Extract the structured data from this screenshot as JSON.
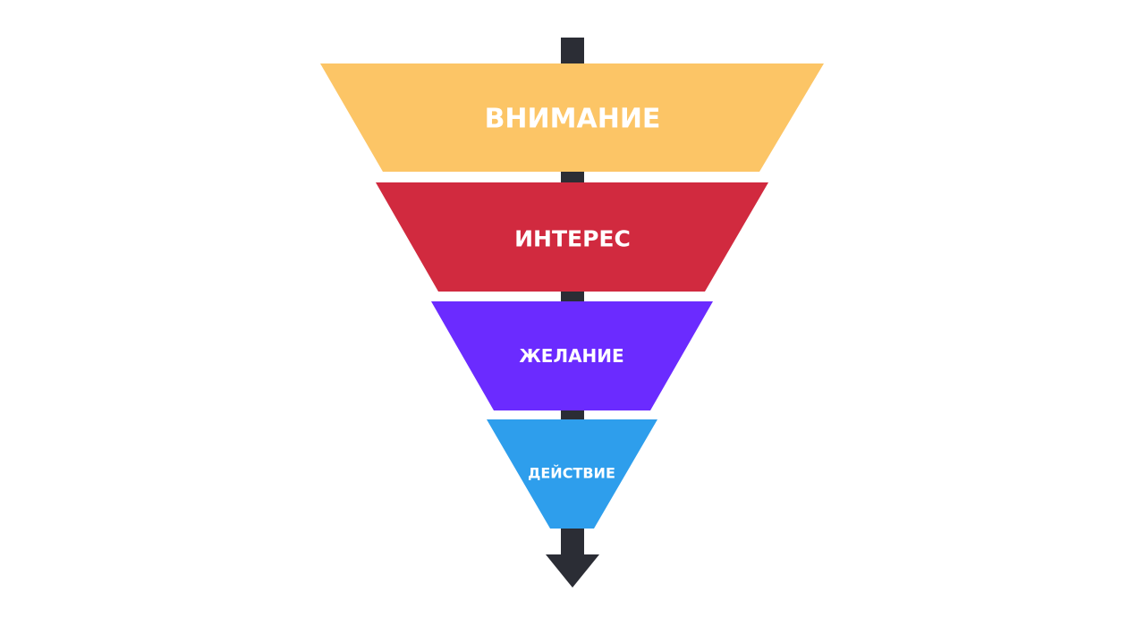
{
  "diagram": {
    "arrow_color": "#2b2d35",
    "background": "#ffffff",
    "stages": [
      {
        "label": "ВНИМАНИЕ",
        "color": "#fcc566"
      },
      {
        "label": "ИНТЕРЕС",
        "color": "#d12a3f"
      },
      {
        "label": "ЖЕЛАНИЕ",
        "color": "#6b2bff"
      },
      {
        "label": "ДЕЙСТВИЕ",
        "color": "#2e9eec"
      }
    ]
  }
}
